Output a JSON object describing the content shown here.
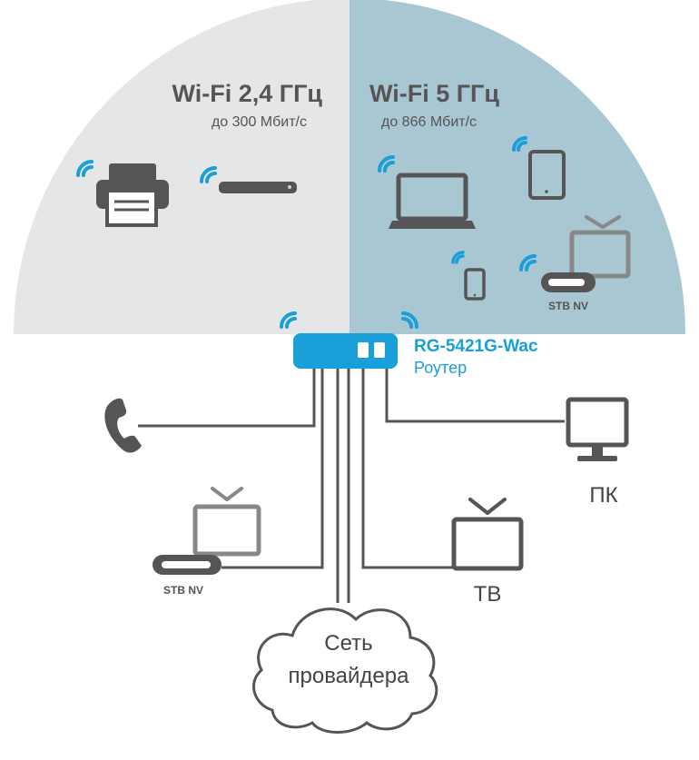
{
  "bands": {
    "left": {
      "title": "Wi-Fi 2,4 ГГц",
      "subtitle": "до 300 Мбит/с",
      "color": "#e4e6e7"
    },
    "right": {
      "title": "Wi-Fi 5 ГГц",
      "subtitle": "до 866 Мбит/с",
      "color": "#a9c7d3"
    }
  },
  "router": {
    "model": "RG-5421G-Wac",
    "role": "Роутер",
    "color": "#1a9fd9"
  },
  "wireless_stb": {
    "label": "STB NV"
  },
  "wired": {
    "stb": {
      "label": "STB NV"
    },
    "pc": {
      "label": "ПК"
    },
    "tv": {
      "label": "ТВ"
    }
  },
  "cloud": {
    "line1": "Сеть",
    "line2": "провайдера"
  },
  "colors": {
    "wifi_icon": "#1a9fd9",
    "device_dark": "#555555",
    "device_mid": "#888888"
  }
}
